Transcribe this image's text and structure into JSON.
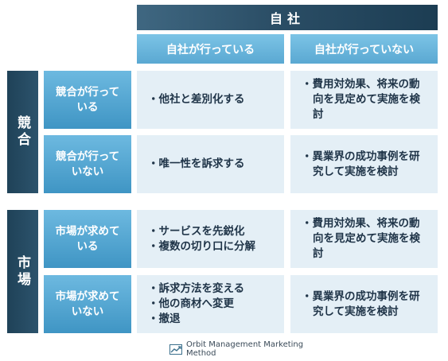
{
  "header": {
    "company": "自社",
    "col1": "自社が行っている",
    "col2": "自社が行っていない"
  },
  "groups": [
    {
      "label": "競合",
      "rows": [
        {
          "label": "競合が行っている",
          "col1": [
            "他社と差別化する"
          ],
          "col2": [
            "費用対効果、将来の動向を見定めて実施を検討"
          ]
        },
        {
          "label": "競合が行っていない",
          "col1": [
            "唯一性を訴求する"
          ],
          "col2": [
            "異業界の成功事例を研究して実施を検討"
          ]
        }
      ]
    },
    {
      "label": "市場",
      "rows": [
        {
          "label": "市場が求めている",
          "col1": [
            "サービスを先鋭化",
            "複数の切り口に分解"
          ],
          "col2": [
            "費用対効果、将来の動向を見定めて実施を検討"
          ]
        },
        {
          "label": "市場が求めていない",
          "col1": [
            "訴求方法を変える",
            "他の商材へ変更",
            "撤退"
          ],
          "col2": [
            "異業界の成功事例を研究して実施を検討"
          ]
        }
      ]
    }
  ],
  "footer": {
    "text": "Orbit Management Marketing Method",
    "icon": "line-chart-icon"
  }
}
